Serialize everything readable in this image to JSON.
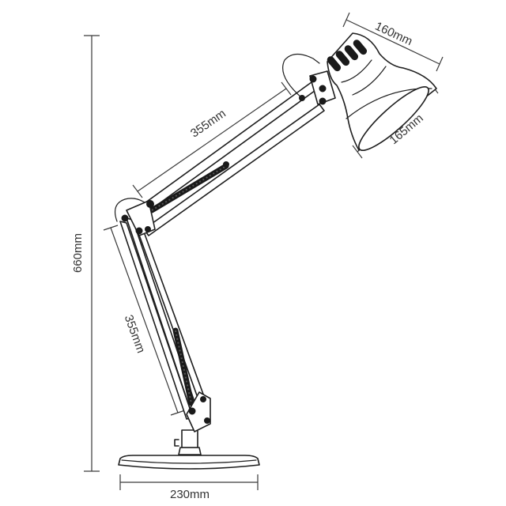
{
  "dimensions": {
    "total_height": "660mm",
    "upper_arm": "355mm",
    "lower_arm": "355mm",
    "shade_length": "160mm",
    "shade_diameter": "165mm",
    "base_diameter": "230mm"
  }
}
